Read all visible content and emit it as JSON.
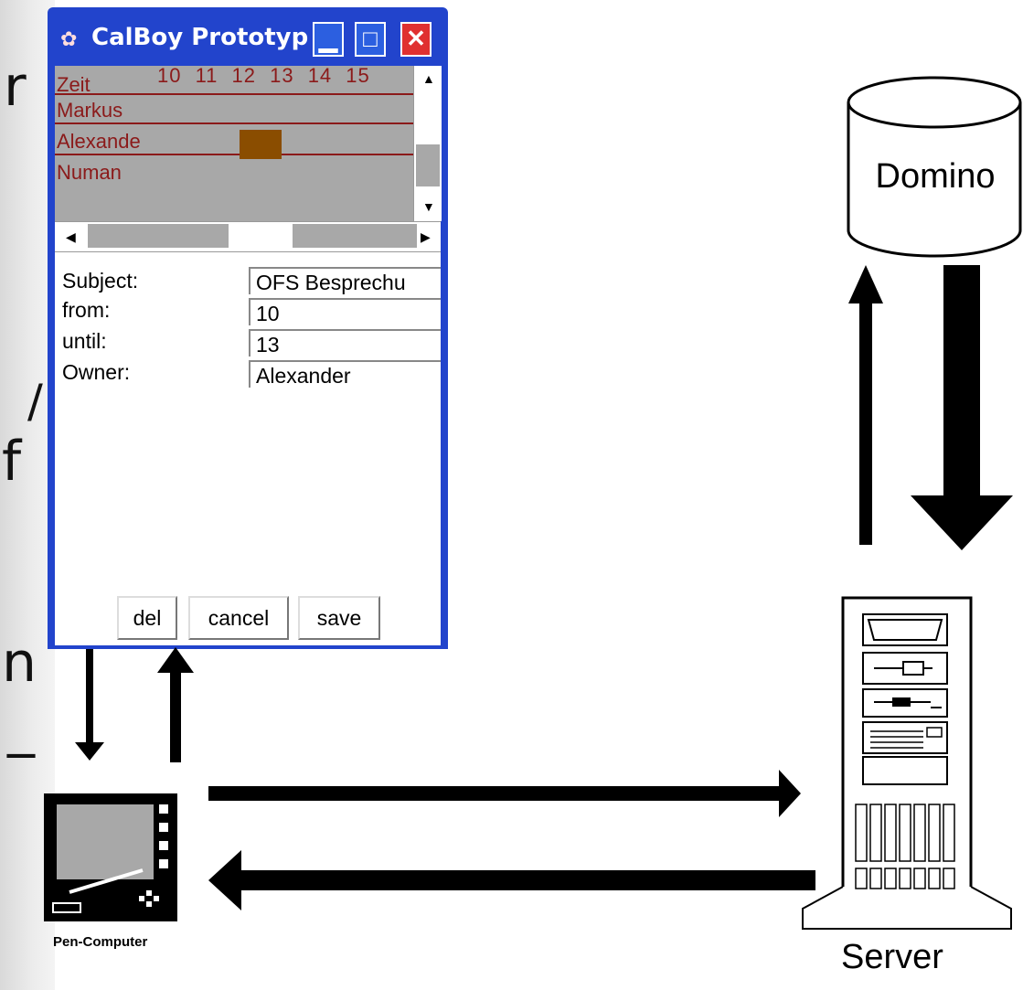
{
  "window": {
    "title": "CalBoy Prototyp",
    "schedule": {
      "header_label": "Zeit",
      "hours": "10 11 12 13 14 15",
      "people": [
        "Markus",
        "Alexande",
        "Numan"
      ]
    },
    "form": {
      "subject_label": "Subject:",
      "subject_value": "OFS Besprechu",
      "from_label": "from:",
      "from_value": "10",
      "until_label": "until:",
      "until_value": "13",
      "owner_label": "Owner:",
      "owner_value": "Alexander"
    },
    "buttons": {
      "del": "del",
      "cancel": "cancel",
      "save": "save"
    }
  },
  "diagram": {
    "database_label": "Domino",
    "server_label": "Server",
    "client_label": "Pen-Computer"
  },
  "slide_fragments": [
    "r",
    "/",
    "f",
    "n",
    "_"
  ]
}
